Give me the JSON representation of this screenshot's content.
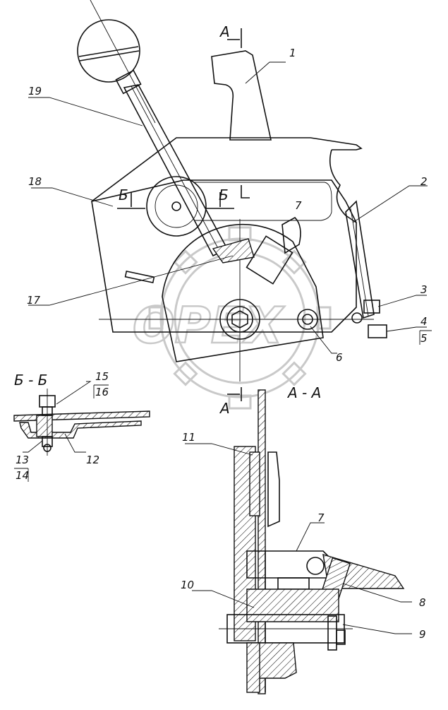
{
  "watermark": {
    "text": "OPEX"
  },
  "section_labels": {
    "a_marker_top": "А",
    "a_marker_bottom": "А",
    "b_marker_left": "Б",
    "b_marker_right": "Б",
    "section_aa": "А - А",
    "section_bb": "Б - Б"
  },
  "callouts": {
    "c1": "1",
    "c2": "2",
    "c3": "3",
    "c4": "4",
    "c5": "5",
    "c6": "6",
    "c7": "7",
    "c8": "8",
    "c9": "9",
    "c10": "10",
    "c11": "11",
    "c12": "12",
    "c13": "13",
    "c14": "14",
    "c15": "15",
    "c16": "16",
    "c17": "17",
    "c18": "18",
    "c19": "19"
  },
  "plate_mark": "7"
}
